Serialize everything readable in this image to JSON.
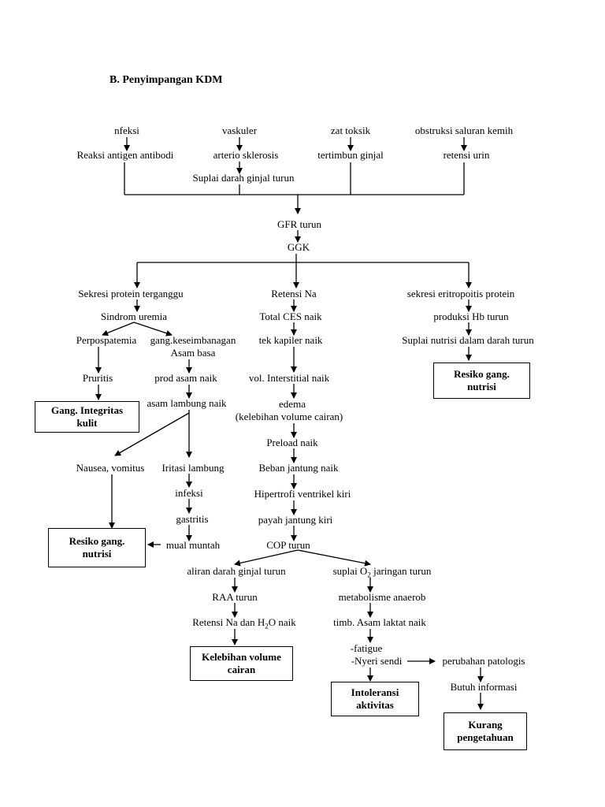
{
  "title": "B. Penyimpangan KDM",
  "nodes": {
    "infeksi_top": "nfeksi",
    "vaskuler": "vaskuler",
    "zat_toksik": "zat toksik",
    "obstruksi": "obstruksi saluran kemih",
    "reaksi": "Reaksi antigen antibodi",
    "arterio": "arterio sklerosis",
    "tertimbun": "tertimbun ginjal",
    "retensi_urin": "retensi urin",
    "suplai_darah": "Suplai darah ginjal turun",
    "gfr": "GFR turun",
    "ggk": "GGK",
    "sekresi_protein": "Sekresi protein terganggu",
    "retensi_na": "Retensi Na",
    "sekresi_eritro": "sekresi eritropoitis protein",
    "sindrom": "Sindrom uremia",
    "total_ces": "Total CES naik",
    "produksi_hb": "produksi Hb turun",
    "perpospatemia": "Perpospatemia",
    "gang_kes": "gang.keseimbanagan",
    "asam_basa": "Asam basa",
    "tek_kapiler": "tek kapiler naik",
    "suplai_nutrisi": "Suplai nutrisi dalam darah turun",
    "pruritis": "Pruritis",
    "prod_asam": "prod asam naik",
    "vol_inter": "vol. Interstitial naik",
    "asam_lambung": "asam lambung naik",
    "edema": "edema",
    "kelebihan_paren": "(kelebihan volume cairan)",
    "preload": "Preload naik",
    "nausea": "Nausea, vomitus",
    "iritasi": "Iritasi lambung",
    "beban": "Beban jantung naik",
    "infeksi2": "infeksi",
    "hipertrofi": "Hipertrofi ventrikel kiri",
    "gastritis": "gastritis",
    "payah": "payah jantung kiri",
    "mual": "mual muntah",
    "cop": "COP turun",
    "aliran": "aliran darah ginjal turun",
    "suplai_o2_a": "suplai O",
    "suplai_o2_sub": "2",
    "suplai_o2_b": " jaringan turun",
    "raa": "RAA turun",
    "metabolisme": "metabolisme anaerob",
    "retensi_h2o_a": "Retensi Na dan H",
    "retensi_h2o_sub": "2",
    "retensi_h2o_b": "O naik",
    "timb": "timb. Asam laktat naik",
    "fatigue": "-fatigue",
    "nyeri": "-Nyeri sendi",
    "perubahan": "perubahan patologis",
    "butuh": "Butuh informasi"
  },
  "boxes": {
    "resiko_right": "Resiko gang.\nnutrisi",
    "integritas": "Gang. Integritas\nkulit",
    "resiko_left": "Resiko gang.\nnutrisi",
    "kelebihan": "Kelebihan volume\ncairan",
    "intoleransi": "Intoleransi\naktivitas",
    "kurang": "Kurang\npengetahuan"
  }
}
